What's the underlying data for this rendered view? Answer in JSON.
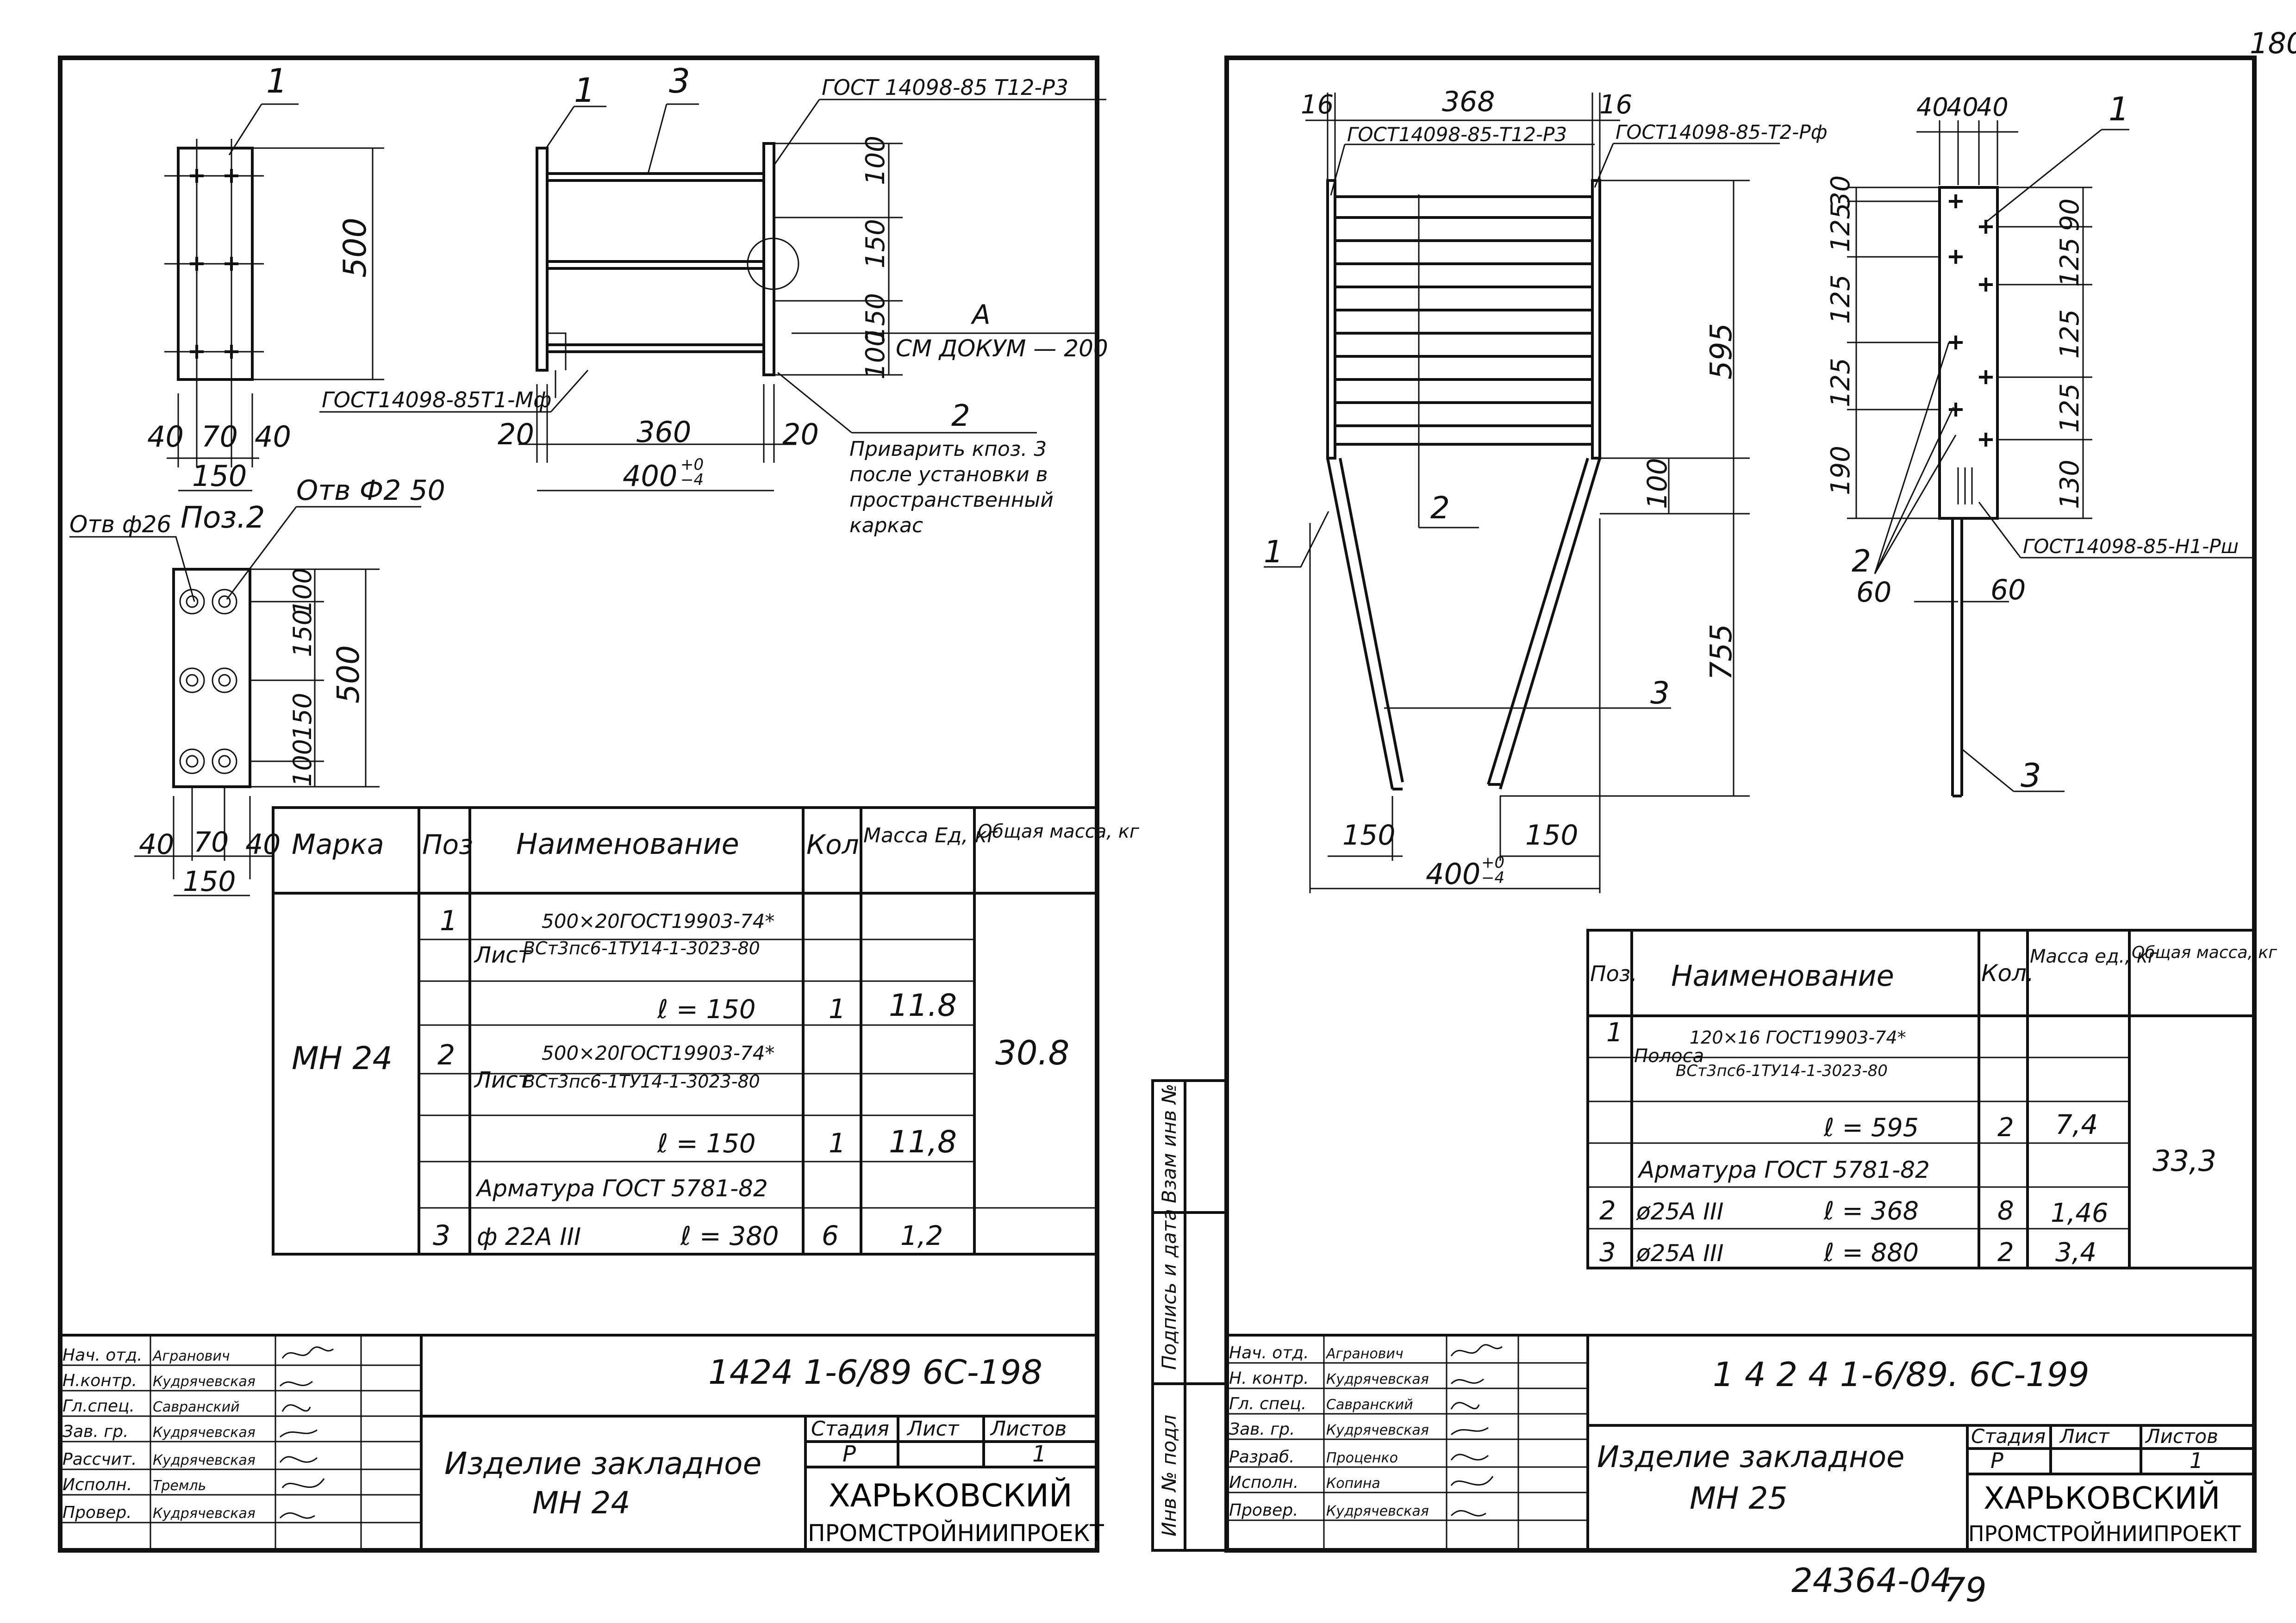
{
  "corner_number": "180",
  "bottom_code": "24364-04",
  "bottom_page": "79",
  "left_sheet": {
    "plan": {
      "pos_label": "1",
      "dim_500": "500",
      "dim_40a": "40",
      "dim_70": "70",
      "dim_40b": "40",
      "dim_150": "150",
      "caption": "Поз.2"
    },
    "elevation": {
      "label_1": "1",
      "label_3": "3",
      "label_2": "2",
      "gost_top": "ГОСТ 14098-85 Т12-Р3",
      "gost_left": "ГОСТ14098-85Т1-Мф",
      "view_a": "А",
      "see_doc": "СМ ДОКУМ — 200",
      "dims_right": [
        "100",
        "150",
        "150",
        "100"
      ],
      "dim_20a": "20",
      "dim_360": "360",
      "dim_20b": "20",
      "dim_400": "400",
      "tol_top": "+0",
      "tol_bot": "−4",
      "note": [
        "Приварить кпоз. 3",
        "после установки в",
        "пространственный",
        "каркас"
      ]
    },
    "pos2": {
      "hole26": "Отв ф26",
      "hole50": "Отв Ф2 50",
      "dims_right": [
        "100",
        "150",
        "150",
        "100"
      ],
      "dim_500": "500",
      "dim_40a": "40",
      "dim_70": "70",
      "dim_40b": "40",
      "dim_150": "150"
    },
    "spec": {
      "headers": [
        "Марка",
        "Поз",
        "Наименование",
        "Кол",
        "Масса Ед, кг",
        "Общая масса, кг"
      ],
      "mark": "МН 24",
      "total_mass": "30.8",
      "rows": [
        {
          "pos": "1",
          "name_top": "500×20ГОСТ19903-74*",
          "name_prefix": "Лист",
          "name_bot": "ВСт3пс6-1ТУ14-1-3023-80"
        },
        {
          "len": "ℓ = 150",
          "qty": "1",
          "mass": "11.8"
        },
        {
          "pos": "2",
          "name_top": "500×20ГОСТ19903-74*",
          "name_prefix": "Лист",
          "name_bot": "ВСт3пс6-1ТУ14-1-3023-80"
        },
        {
          "len": "ℓ = 150",
          "qty": "1",
          "mass": "11,8"
        },
        {
          "name": "Арматура ГОСТ 5781-82"
        },
        {
          "pos": "3",
          "name": "ф 22А III",
          "len": "ℓ = 380",
          "qty": "6",
          "mass": "1,2"
        }
      ]
    },
    "title": {
      "roles": [
        "Нач. отд.",
        "Н.контр.",
        "Гл.спец.",
        "Зав. гр.",
        "Рассчит.",
        "Исполн.",
        "Провер."
      ],
      "names": [
        "Агранович",
        "Кудрячевская",
        "Савранский",
        "Кудрячевская",
        "Кудрячевская",
        "Тремль",
        "Кудрячевская"
      ],
      "doc_code": "1424 1-6/89 6С-198",
      "product": "Изделие закладное",
      "mark": "МН 24",
      "stage_h": "Стадия",
      "sheet_h": "Лист",
      "sheets_h": "Листов",
      "stage": "Р",
      "sheets": "1",
      "org1": "ХАРЬКОВСКИЙ",
      "org2": "ПРОМСТРОЙНИИПРОЕКТ"
    }
  },
  "right_sheet": {
    "elevation": {
      "dim_16a": "16",
      "dim_368": "368",
      "dim_16b": "16",
      "gost_left": "ГОСТ14098-85-Т12-Р3",
      "gost_right": "ГОСТ14098-85-Т2-Рф",
      "dim_595": "595",
      "dim_100": "100",
      "dim_755": "755",
      "label_1": "1",
      "label_2": "2",
      "label_3": "3",
      "dim_150a": "150",
      "dim_150b": "150",
      "dim_400": "400",
      "tol_top": "+0",
      "tol_bot": "−4"
    },
    "side": {
      "dims_top": [
        "40",
        "40",
        "40"
      ],
      "label_1": "1",
      "dims_left": [
        "30",
        "125",
        "125",
        "125",
        "190"
      ],
      "dims_right": [
        "90",
        "125",
        "125",
        "125",
        "130"
      ],
      "gost": "ГОСТ14098-85-Н1-Рш",
      "label_2": "2",
      "dim_60a": "60",
      "dim_60b": "60",
      "label_3": "3"
    },
    "spec": {
      "headers": [
        "Поз.",
        "Наименование",
        "Кол.",
        "Масса ед., кг",
        "Общая масса, кг"
      ],
      "total_mass": "33,3",
      "rows": [
        {
          "pos": "1",
          "name_prefix": "Полоса",
          "name_top": "120×16 ГОСТ19903-74*",
          "name_bot": "ВСт3пс6-1ТУ14-1-3023-80"
        },
        {
          "len": "ℓ = 595",
          "qty": "2",
          "mass": "7,4"
        },
        {
          "name": "Арматура ГОСТ 5781-82"
        },
        {
          "pos": "2",
          "name": "ø25А III",
          "len": "ℓ = 368",
          "qty": "8",
          "mass": "1,46"
        },
        {
          "pos": "3",
          "name": "ø25А III",
          "len": "ℓ = 880",
          "qty": "2",
          "mass": "3,4"
        }
      ]
    },
    "side_stamp": [
      "Инв № подл",
      "Подпись и дата",
      "Взам инв №"
    ],
    "title": {
      "roles": [
        "Нач. отд.",
        "Н. контр.",
        "Гл. спец.",
        "Зав. гр.",
        "Разраб.",
        "Исполн.",
        "Провер."
      ],
      "names": [
        "Агранович",
        "Кудрячевская",
        "Савранский",
        "Кудрячевская",
        "Проценко",
        "Копина",
        "Кудрячевская"
      ],
      "doc_code": "1 4 2 4 1-6/89. 6С-199",
      "product": "Изделие закладное",
      "mark": "МН 25",
      "stage_h": "Стадия",
      "sheet_h": "Лист",
      "sheets_h": "Листов",
      "stage": "Р",
      "sheets": "1",
      "org1": "ХАРЬКОВСКИЙ",
      "org2": "ПРОМСТРОЙНИИПРОЕКТ"
    }
  }
}
